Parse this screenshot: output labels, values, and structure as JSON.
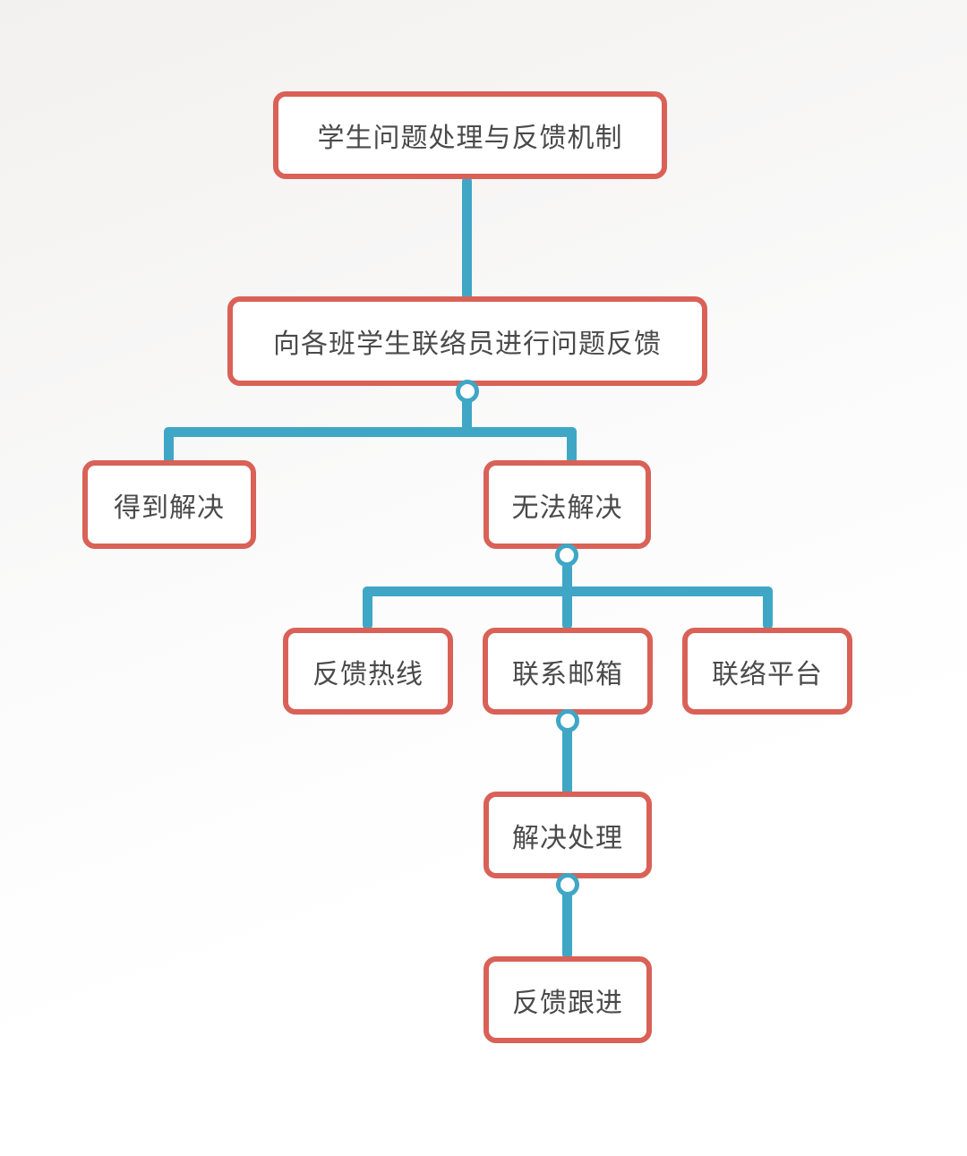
{
  "diagram": {
    "type": "flowchart",
    "title": "学生问题处理与反馈机制",
    "colors": {
      "node_border": "#d96157",
      "node_background": "#ffffff",
      "connector": "#3fa7c5",
      "text": "#4a4a4a",
      "page_background": "#f5f3f1"
    },
    "nodes": {
      "root": {
        "label": "学生问题处理与反馈机制"
      },
      "report": {
        "label": "向各班学生联络员进行问题反馈"
      },
      "resolved": {
        "label": "得到解决"
      },
      "unresolved": {
        "label": "无法解决"
      },
      "hotline": {
        "label": "反馈热线"
      },
      "email": {
        "label": "联系邮箱"
      },
      "platform": {
        "label": "联络平台"
      },
      "process": {
        "label": "解决处理"
      },
      "followup": {
        "label": "反馈跟进"
      }
    },
    "edges": [
      {
        "from": "root",
        "to": "report"
      },
      {
        "from": "report",
        "to": "resolved"
      },
      {
        "from": "report",
        "to": "unresolved"
      },
      {
        "from": "unresolved",
        "to": "hotline"
      },
      {
        "from": "unresolved",
        "to": "email"
      },
      {
        "from": "unresolved",
        "to": "platform"
      },
      {
        "from": "email",
        "to": "process"
      },
      {
        "from": "process",
        "to": "followup"
      }
    ]
  }
}
